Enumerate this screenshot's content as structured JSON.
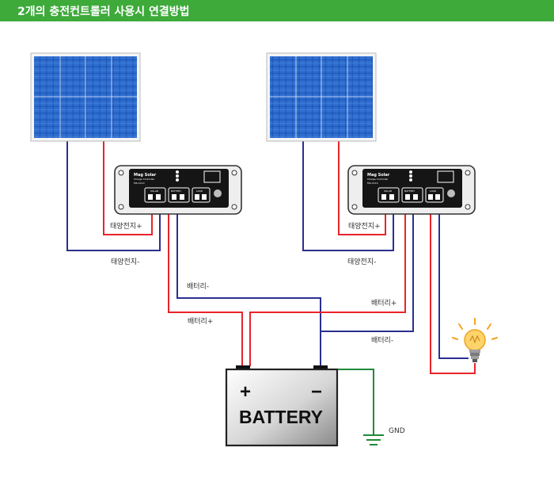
{
  "header": {
    "title": "2개의 충전컨트롤러 사용시 연결방법",
    "bar_color": "#3daa3a"
  },
  "labels": {
    "left_solar_plus": "태양전지+",
    "left_solar_minus": "태양전지-",
    "left_battery_minus": "배터리-",
    "left_battery_plus": "배터리+",
    "right_solar_plus": "태양전지+",
    "right_solar_minus": "태양전지-",
    "right_battery_plus": "배터리+",
    "right_battery_minus": "배터리-",
    "gnd": "GND"
  },
  "controller": {
    "brand": "Mag Solar",
    "subtitle": "Charge Controller",
    "model": "MS-CC10",
    "ports": [
      "SOLAR",
      "BATTERY",
      "LOAD"
    ]
  },
  "battery": {
    "plus": "+",
    "minus": "−",
    "label": "BATTERY"
  },
  "icons": [
    "solar-panel-icon",
    "charge-controller-icon",
    "battery-icon",
    "light-bulb-icon",
    "ground-icon"
  ],
  "colors": {
    "positive_wire": "#e8242a",
    "negative_wire": "#2b2f8f",
    "ground_wire": "#1f8a3a",
    "panel_blue": "#1e56b8"
  }
}
